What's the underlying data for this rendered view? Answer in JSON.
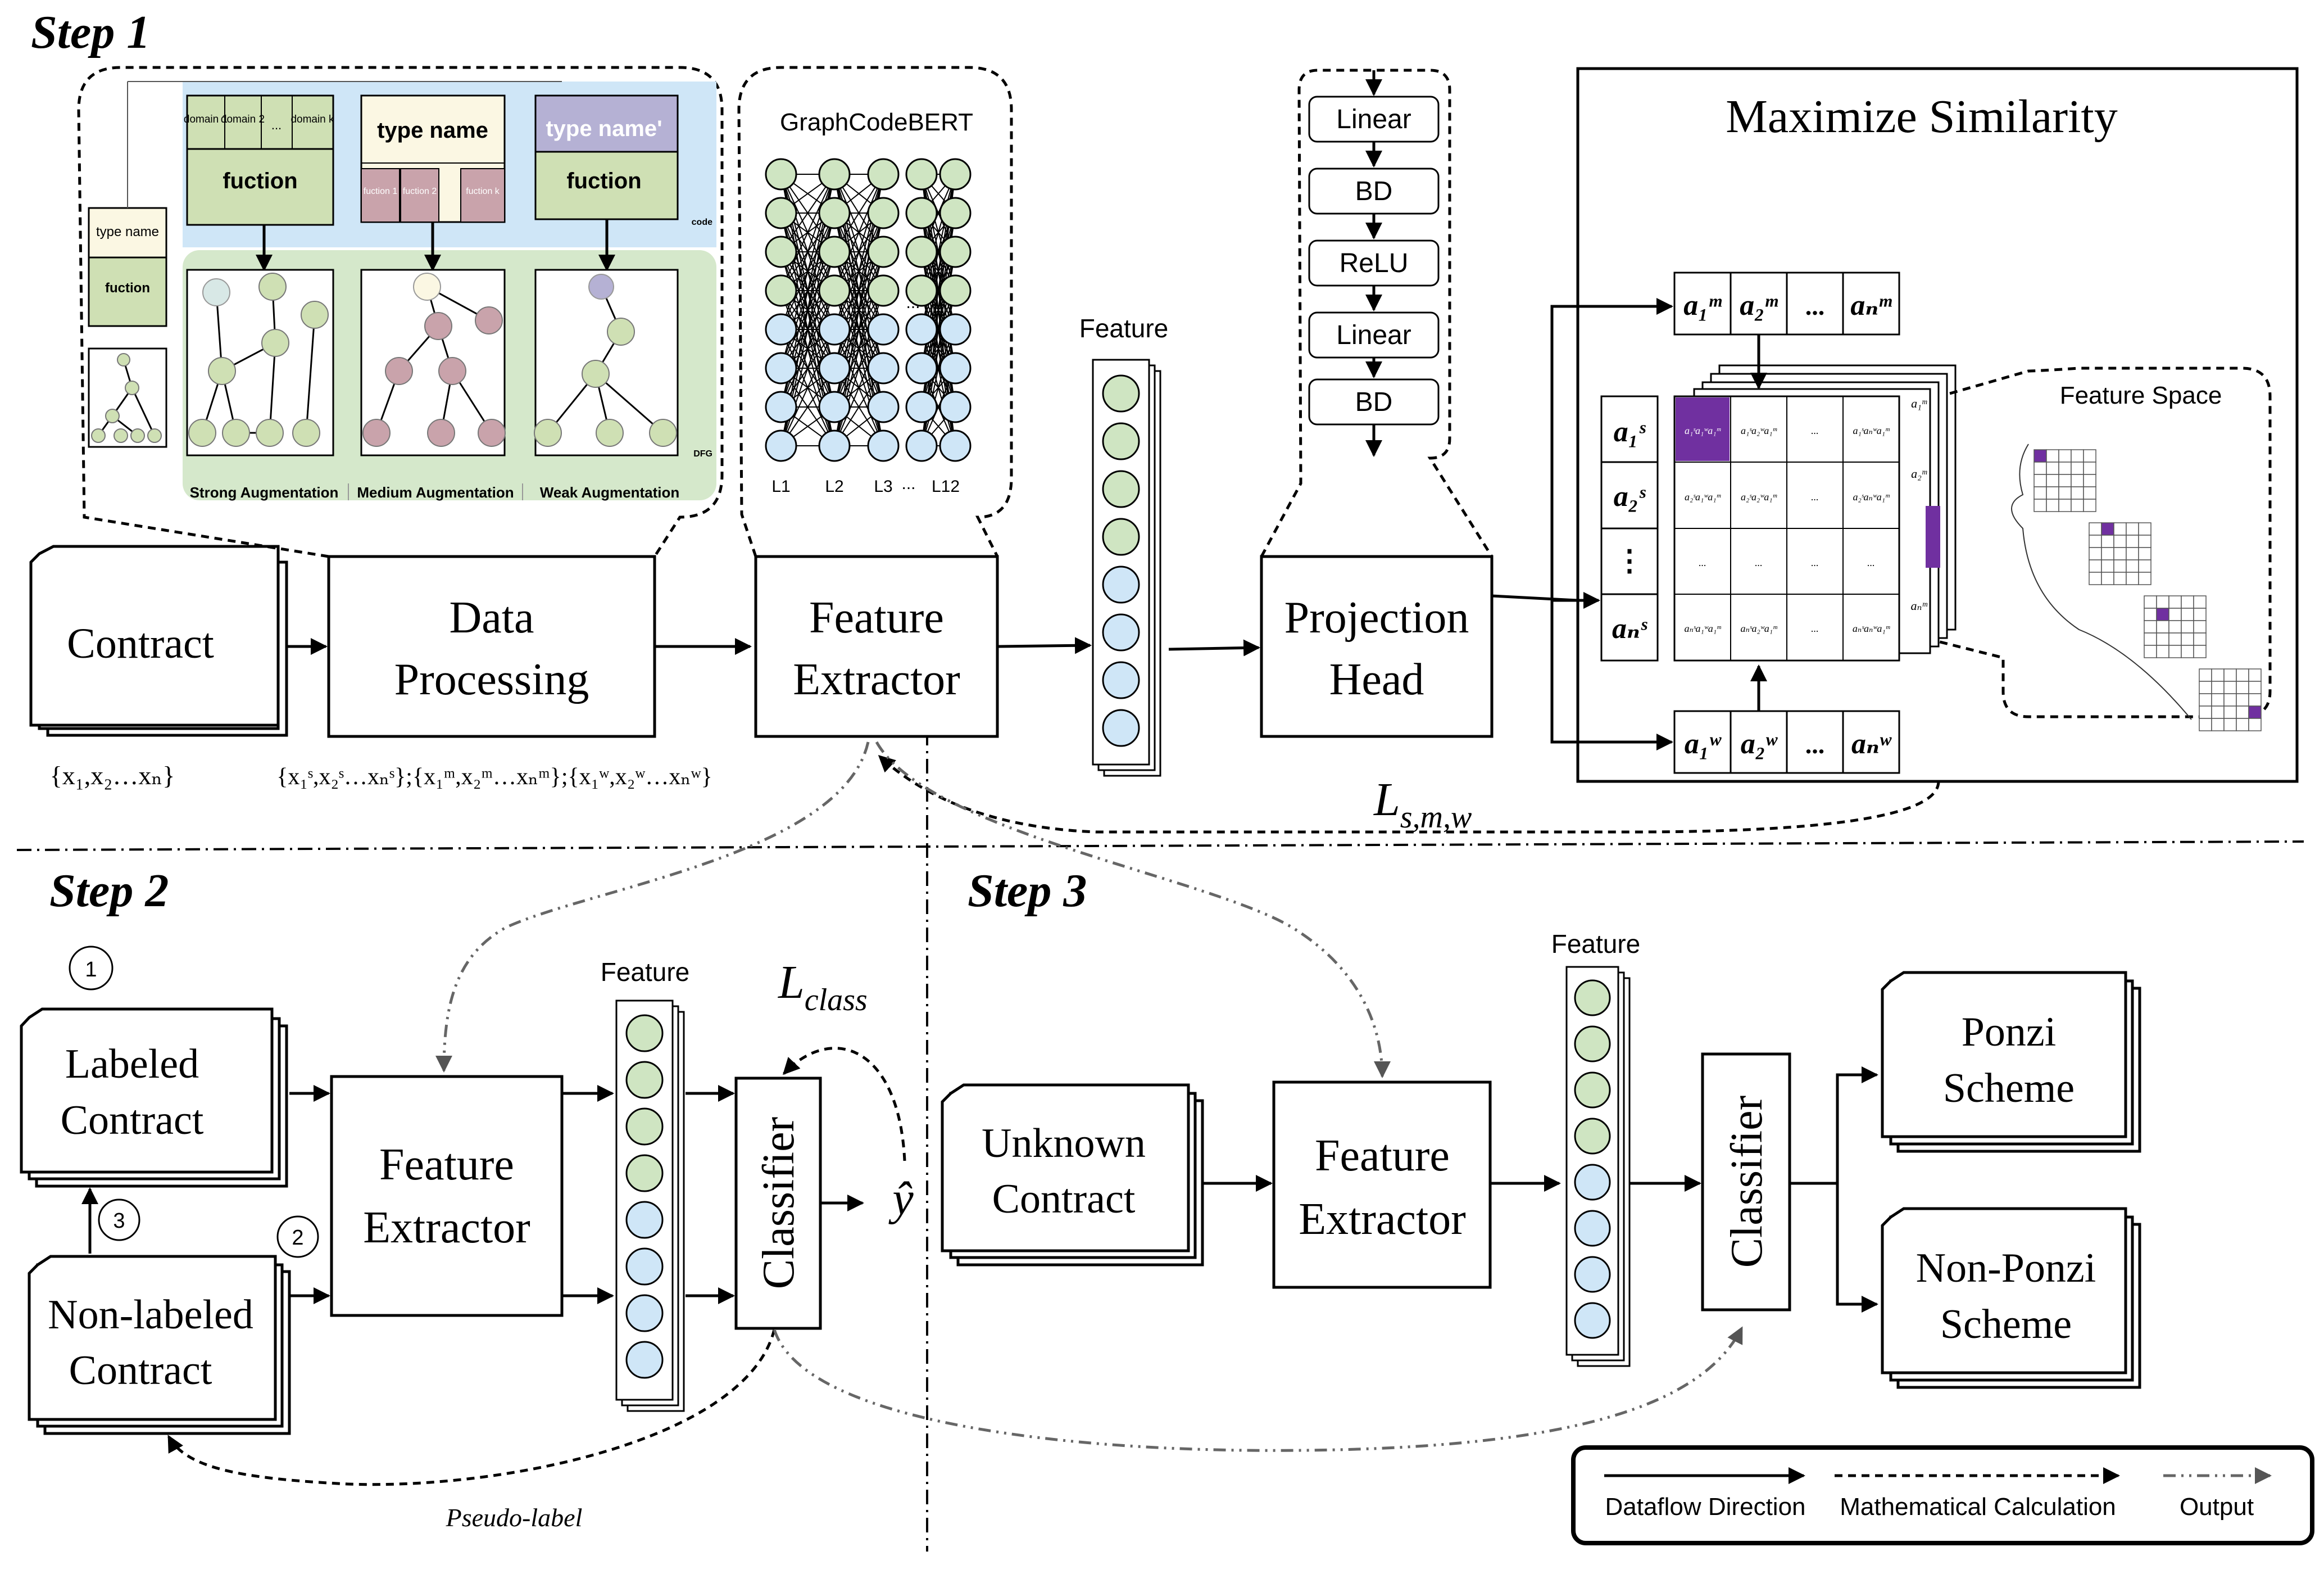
{
  "steps": {
    "step1": "Step 1",
    "step2": "Step 2",
    "step3": "Step 3"
  },
  "step1": {
    "contract": "Contract",
    "contract_formula": "{x₁,x₂…xₙ}",
    "data_processing": [
      "Data",
      "Processing"
    ],
    "dp_formula": "{x₁ˢ,x₂ˢ…xₙˢ};{x₁ᵐ,x₂ᵐ…xₙᵐ};{x₁ʷ,x₂ʷ…xₙʷ}",
    "feature_extractor": [
      "Feature",
      "Extractor"
    ],
    "feature_label": "Feature",
    "projection_head": [
      "Projection",
      "Head"
    ],
    "loss_label": "Ls,m,w",
    "loss_main": "L",
    "loss_sub": "s,m,w"
  },
  "aug": {
    "type_name": "type name",
    "type_name_prime": "type name'",
    "function": "fuction",
    "domain_cells": [
      "domain 1",
      "domain 2",
      "...",
      "domain k"
    ],
    "fuction_cells": [
      "fuction 1",
      "fuction 2",
      "fuction k"
    ],
    "code_tag": "code",
    "dfg_tag": "DFG",
    "strong": "Strong Augmentation",
    "medium": "Medium Augmentation",
    "weak": "Weak Augmentation",
    "small_type_name": "type name",
    "small_function": "fuction"
  },
  "gcb": {
    "title": "GraphCodeBERT",
    "layers": [
      "L1",
      "L2",
      "L3",
      "...",
      "L12"
    ],
    "ellipsis": "..."
  },
  "proj_layers": [
    "Linear",
    "BD",
    "ReLU",
    "Linear",
    "BD"
  ],
  "similarity": {
    "title": "Maximize Similarity",
    "feature_space": "Feature Space",
    "top_row": [
      "a₁ᵐ",
      "a₂ᵐ",
      "...",
      "aₙᵐ"
    ],
    "bottom_row": [
      "a₁ʷ",
      "a₂ʷ",
      "...",
      "aₙʷ"
    ],
    "left_col": [
      "a₁ˢ",
      "a₂ˢ",
      "⋮",
      "aₙˢ"
    ],
    "matrix_cells": [
      [
        "a₁ˢa₁ʷa₁ᵐ",
        "a₁ˢa₂ʷa₁ᵐ",
        "...",
        "a₁ˢaₙʷa₁ᵐ"
      ],
      [
        "a₂ˢa₁ʷa₁ᵐ",
        "a₂ˢa₂ʷa₁ᵐ",
        "...",
        "a₂ˢaₙʷa₁ᵐ"
      ],
      [
        "...",
        "...",
        "...",
        "..."
      ],
      [
        "aₙˢa₁ʷa₁ᵐ",
        "aₙˢa₂ʷa₁ᵐ",
        "...",
        "aₙˢaₙʷa₁ᵐ"
      ]
    ],
    "side_tags": [
      "a₁ᵐ",
      "a₂ᵐ",
      "aₙᵐ"
    ]
  },
  "step2": {
    "labeled": [
      "Labeled",
      "Contract"
    ],
    "non_labeled": [
      "Non-labeled",
      "Contract"
    ],
    "circle1": "1",
    "circle2": "2",
    "circle3": "3",
    "feature_extractor": [
      "Feature",
      "Extractor"
    ],
    "feature_label": "Feature",
    "classifier": "Classifier",
    "loss_label": "Lclass",
    "loss_main": "L",
    "loss_sub": "class",
    "y_hat": "ŷ",
    "pseudo_label": "Pseudo-label"
  },
  "step3": {
    "unknown": [
      "Unknown",
      "Contract"
    ],
    "feature_extractor": [
      "Feature",
      "Extractor"
    ],
    "feature_label": "Feature",
    "classifier": "Classifier",
    "ponzi": [
      "Ponzi",
      "Scheme"
    ],
    "non_ponzi": [
      "Non-Ponzi",
      "Scheme"
    ]
  },
  "legend": {
    "dataflow": "Dataflow Direction",
    "math": "Mathematical Calculation",
    "output": "Output"
  }
}
